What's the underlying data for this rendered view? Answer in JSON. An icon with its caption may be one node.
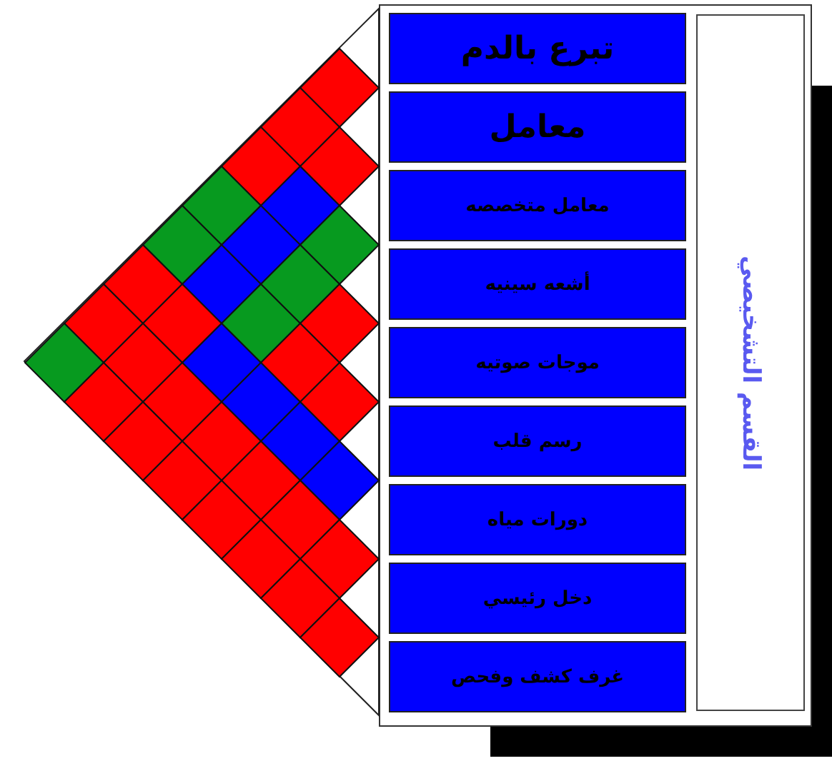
{
  "diagram": {
    "nodes": [
      {
        "text": [
          "تبرع بالدم"
        ]
      },
      {
        "text": [
          "معامل"
        ]
      },
      {
        "text": [
          "معامل متخصصه"
        ]
      },
      {
        "text": [
          "أشعه سينيه"
        ]
      },
      {
        "text": [
          "موجات صوتيه"
        ]
      },
      {
        "text": [
          "رسم قلب"
        ]
      },
      {
        "text": [
          "دورات مياه"
        ]
      },
      {
        "text": [
          "دخل رئيسي"
        ]
      },
      {
        "text": [
          "غرف كشف وفحص"
        ]
      },
      {
        "text": [
          "القسم التشخيصي"
        ]
      }
    ]
  }
}
